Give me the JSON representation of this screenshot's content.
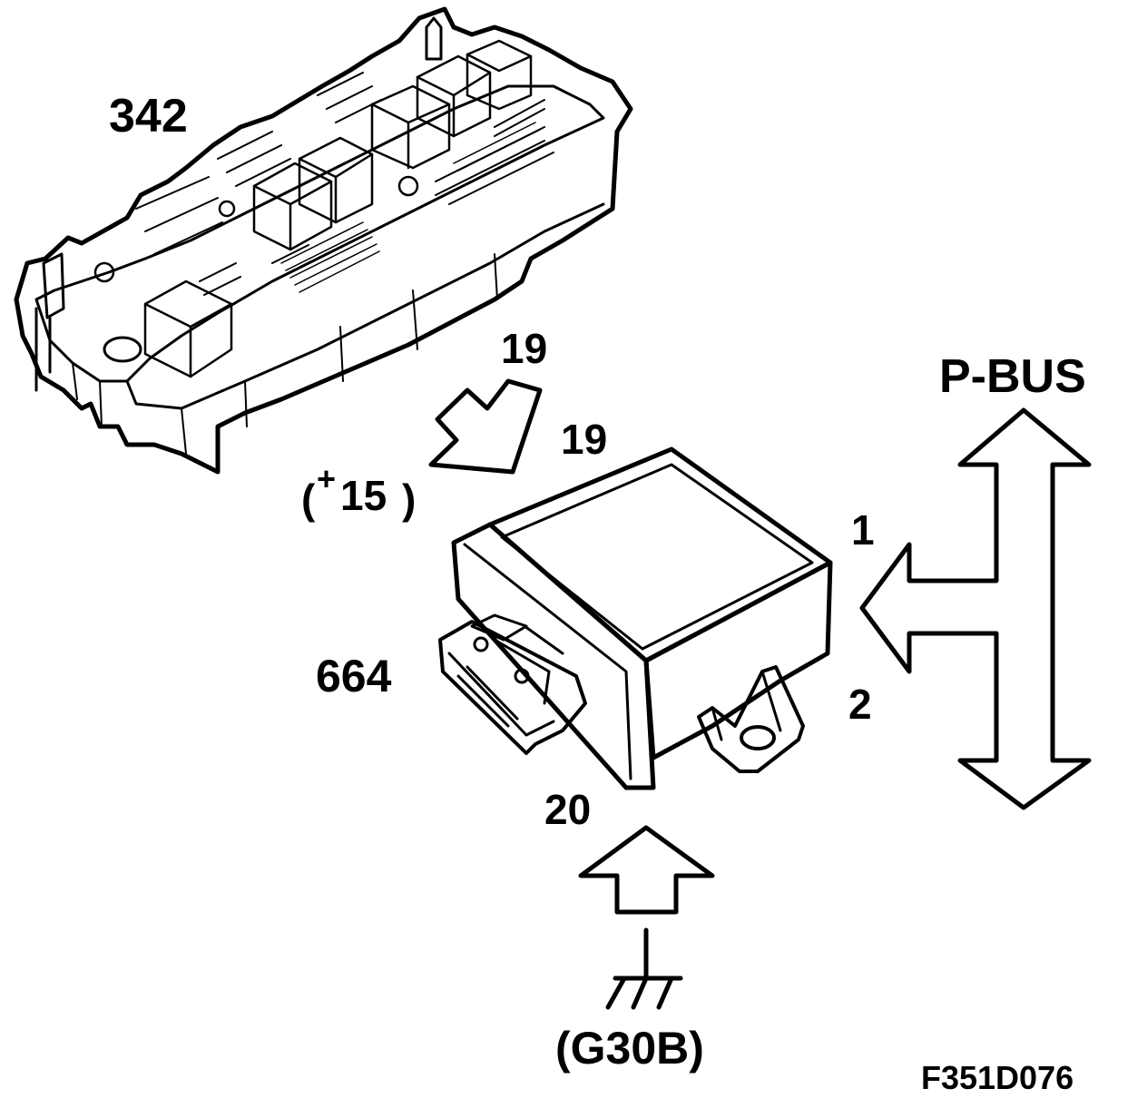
{
  "labels": {
    "fusebox_number": "342",
    "pin_19_top": "19",
    "pin_19_module": "19",
    "supply_plus": "+",
    "supply_15": "15",
    "paren_open": "(",
    "paren_close": ")",
    "bus_name": "P-BUS",
    "pin_1": "1",
    "pin_2": "2",
    "module_number": "664",
    "pin_20": "20",
    "ground_name": "(G30B)",
    "figure_code": "F351D076"
  }
}
